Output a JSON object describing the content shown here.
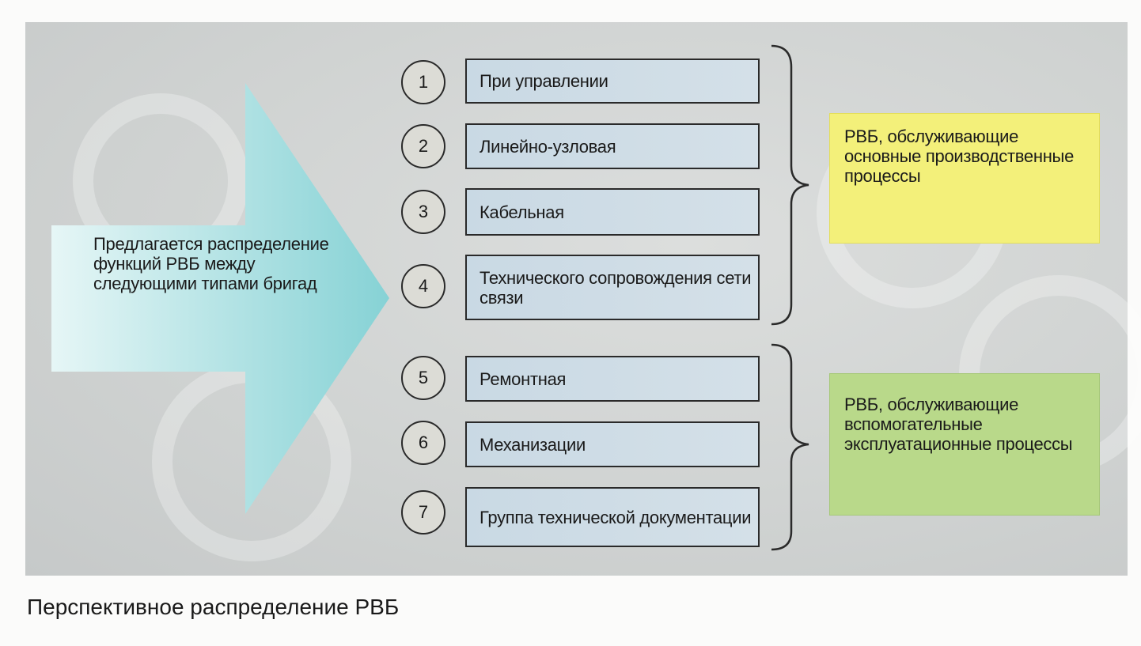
{
  "arrow_text": "Предлагается распределение функций РВБ между следующими типами бригад",
  "brigades": [
    {
      "num": "1",
      "label": "При управлении"
    },
    {
      "num": "2",
      "label": "Линейно-узловая"
    },
    {
      "num": "3",
      "label": "Кабельная"
    },
    {
      "num": "4",
      "label": "Технического сопровождения сети связи"
    },
    {
      "num": "5",
      "label": "Ремонтная"
    },
    {
      "num": "6",
      "label": "Механизации"
    },
    {
      "num": "7",
      "label": "Группа технической документации"
    }
  ],
  "groups": {
    "main": "РВБ, обслуживающие основные производственные процессы",
    "auxiliary": "РВБ, обслуживающие вспомогательные эксплуатационные процессы"
  },
  "caption": "Перспективное распределение РВБ",
  "colors": {
    "arrow": "#8fd6d8",
    "main_group": "#f3f07a",
    "aux_group": "#b9d98a",
    "box": "#c9d9e4"
  }
}
